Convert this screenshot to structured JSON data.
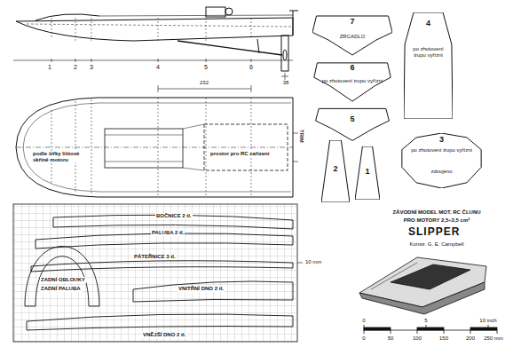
{
  "diagram": {
    "title": "SLIPPER",
    "nodes": [
      {
        "text": [
          "7",
          "ZRCADLO"
        ]
      },
      {
        "text": [
          "6",
          "po zhotovení trupu vyřízni"
        ]
      },
      {
        "text": [
          "5"
        ]
      },
      {
        "text": [
          "4",
          "po zhotovení trupu vyřízni"
        ]
      },
      {
        "text": [
          "3",
          "po zhotovení trupu vyřízni",
          "zdvojeno"
        ]
      },
      {
        "text": [
          "2"
        ]
      },
      {
        "text": [
          "1"
        ]
      }
    ],
    "labels": [
      "1",
      "2",
      "3",
      "4",
      "5",
      "6",
      "232",
      "38",
      "podle šířky lištové skříně motoru",
      "prostor pro RC zařízení",
      "TRIM",
      "BOČNICE 2 tl.",
      "PALUBA 2 tl.",
      "PÁTEŘNICE 3 tl.",
      "ZADNÍ OBLOUKY",
      "ZADNÍ PALUBA",
      "VNITŘNÍ DNO 2 tl.",
      "VNĚJŠÍ DNO 2 tl.",
      "10 mm",
      "ZÁVODNÍ MODEL MOT. RC ČLUNU",
      "PRO MOTORY 2,5÷3,5 cm³",
      "Konstr. G. E. Campbell",
      "0",
      "5",
      "10 inch",
      "0",
      "50",
      "100",
      "150",
      "200",
      "250 mm"
    ]
  }
}
